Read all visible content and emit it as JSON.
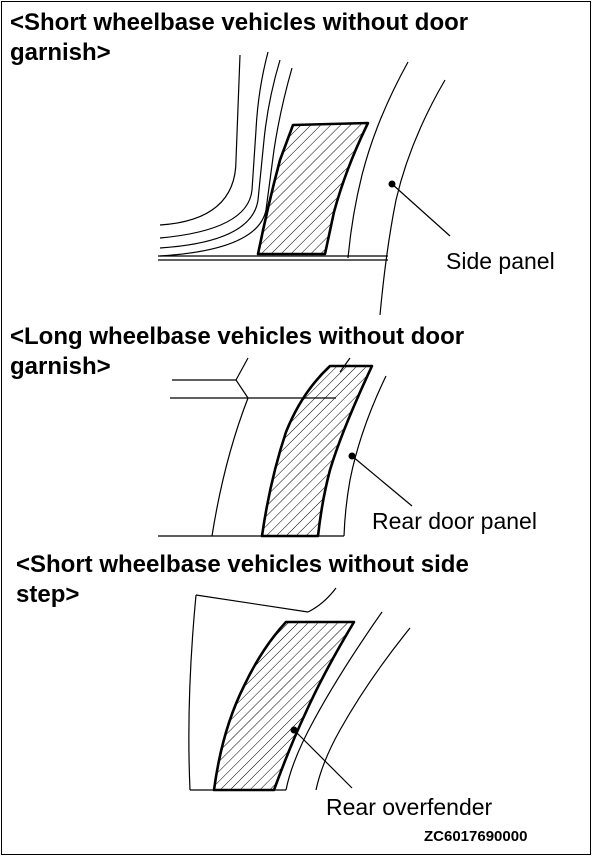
{
  "sections": [
    {
      "title_line1": "<Short wheelbase vehicles without door",
      "title_line2": "garnish>",
      "callout": "Side panel"
    },
    {
      "title_line1": "<Long wheelbase vehicles without door",
      "title_line2": "garnish>",
      "callout": "Rear door panel"
    },
    {
      "title_line1": "<Short wheelbase vehicles without side",
      "title_line2": "step>",
      "callout": "Rear overfender"
    }
  ],
  "figure_code": "ZC6017690000"
}
